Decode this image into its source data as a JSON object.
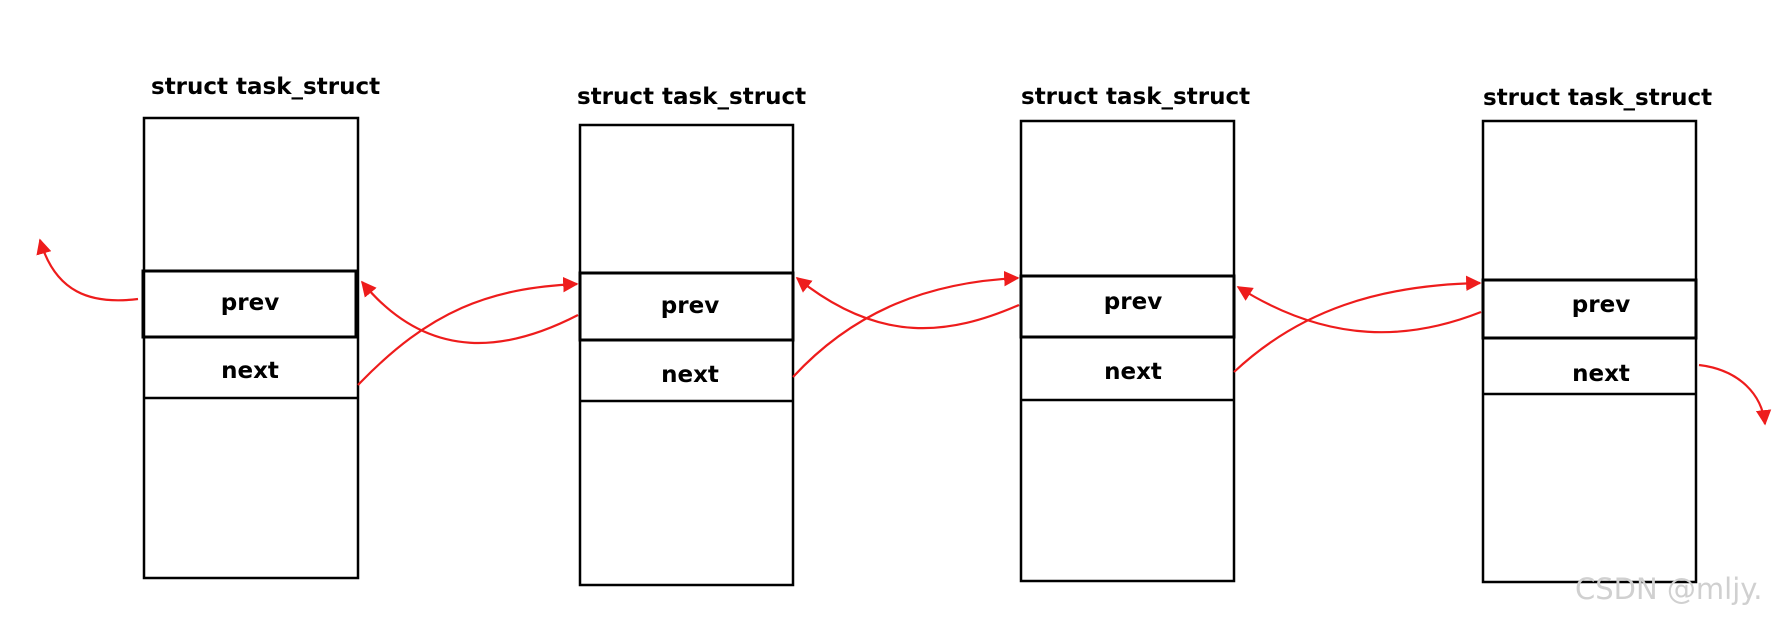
{
  "diagram": {
    "nodes": [
      {
        "title": "struct task_struct",
        "prev_label": "prev",
        "next_label": "next"
      },
      {
        "title": "struct task_struct",
        "prev_label": "prev",
        "next_label": "next"
      },
      {
        "title": "struct task_struct",
        "prev_label": "prev",
        "next_label": "next"
      },
      {
        "title": "struct task_struct",
        "prev_label": "prev",
        "next_label": "next"
      }
    ],
    "arrow_color": "#ee1c1c",
    "box_color": "#000000"
  },
  "watermark": "CSDN @mljy."
}
